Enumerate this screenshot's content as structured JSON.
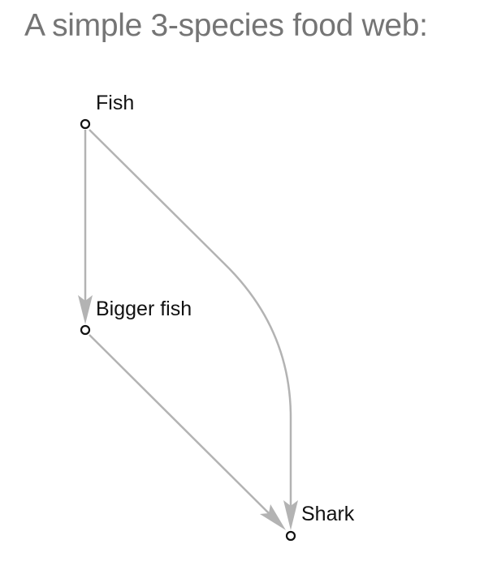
{
  "title": "A simple 3-species food web:",
  "graph": {
    "nodes": [
      {
        "id": "fish",
        "label": "Fish"
      },
      {
        "id": "bigger_fish",
        "label": "Bigger fish"
      },
      {
        "id": "shark",
        "label": "Shark"
      }
    ],
    "edges": [
      {
        "from": "Fish",
        "to": "Bigger fish"
      },
      {
        "from": "Fish",
        "to": "Shark"
      },
      {
        "from": "Bigger fish",
        "to": "Shark"
      }
    ],
    "colors": {
      "edge": "#b3b3b3",
      "node_stroke": "#111111",
      "title": "#757575"
    }
  }
}
